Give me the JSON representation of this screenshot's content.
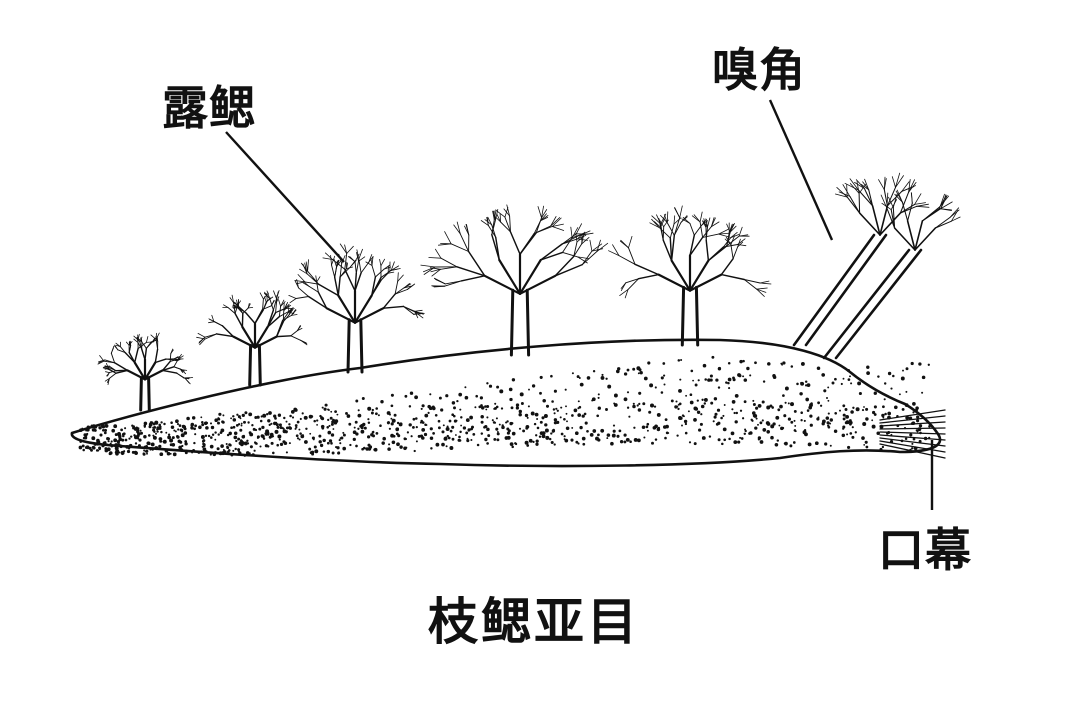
{
  "labels": {
    "gill": "露鳃",
    "rhinophore": "嗅角",
    "oral_veil": "口幕"
  },
  "title": "枝鳃亚目",
  "colors": {
    "ink": "#111111",
    "background": "#ffffff"
  }
}
